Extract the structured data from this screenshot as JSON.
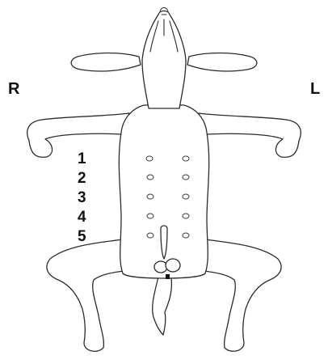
{
  "labels": {
    "right": "R",
    "left": "L"
  },
  "teat_pairs": [
    "1",
    "2",
    "3",
    "4",
    "5"
  ],
  "colors": {
    "line": "#2b2b2b",
    "text": "#111111",
    "background": "#ffffff"
  }
}
